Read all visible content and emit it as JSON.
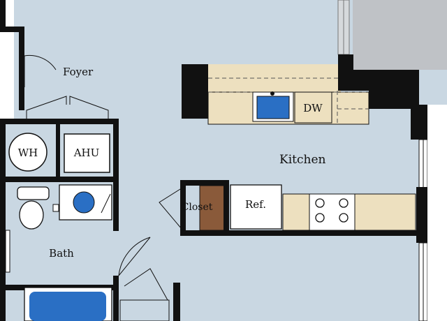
{
  "labels": {
    "foyer": "Foyer",
    "kitchen": "Kitchen",
    "wh": "WH",
    "ahu": "AHU",
    "closet": "Closet",
    "ref": "Ref.",
    "dw": "DW",
    "bath": "Bath"
  },
  "colors": {
    "floor": "#c9d7e2",
    "wall": "#111111",
    "counter": "#ede0bf",
    "closet_door": "#8a5a3a",
    "sink": "#2a6fc4",
    "tub": "#2a6fc4",
    "balcony": "#bfc2c6"
  },
  "icons": [
    "sink-icon",
    "washer-icon",
    "stove-icon",
    "toilet-icon",
    "bathtub-icon"
  ]
}
